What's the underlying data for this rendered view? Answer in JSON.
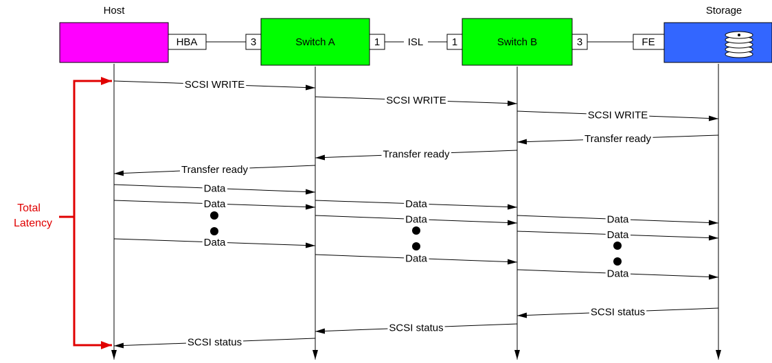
{
  "nodes": {
    "host": {
      "title": "Host",
      "color": "#ff00ff",
      "port": "HBA"
    },
    "switch_a": {
      "label": "Switch A",
      "color": "#00ff00",
      "port_left": "3",
      "port_right": "1"
    },
    "switch_b": {
      "label": "Switch B",
      "color": "#00ff00",
      "port_left": "1",
      "port_right": "3"
    },
    "storage": {
      "title": "Storage",
      "color": "#3366ff",
      "port": "FE",
      "icon": "disk-stack-icon"
    }
  },
  "links": {
    "isl": "ISL"
  },
  "latency": {
    "line1": "Total",
    "line2": "Latency",
    "color": "#e00000"
  },
  "messages": [
    {
      "text": "SCSI WRITE",
      "from": "host",
      "to": "switch_a"
    },
    {
      "text": "SCSI WRITE",
      "from": "switch_a",
      "to": "switch_b"
    },
    {
      "text": "SCSI WRITE",
      "from": "switch_b",
      "to": "storage"
    },
    {
      "text": "Transfer ready",
      "from": "storage",
      "to": "switch_b"
    },
    {
      "text": "Transfer ready",
      "from": "switch_b",
      "to": "switch_a"
    },
    {
      "text": "Transfer ready",
      "from": "switch_a",
      "to": "host"
    },
    {
      "text": "Data",
      "from": "host",
      "to": "switch_a"
    },
    {
      "text": "Data",
      "from": "host",
      "to": "switch_a"
    },
    {
      "text": "Data",
      "from": "switch_a",
      "to": "switch_b"
    },
    {
      "text": "Data",
      "from": "switch_a",
      "to": "switch_b"
    },
    {
      "text": "Data",
      "from": "switch_b",
      "to": "storage"
    },
    {
      "text": "Data",
      "from": "host",
      "to": "switch_a"
    },
    {
      "text": "Data",
      "from": "switch_b",
      "to": "storage"
    },
    {
      "text": "Data",
      "from": "switch_a",
      "to": "switch_b"
    },
    {
      "text": "Data",
      "from": "switch_b",
      "to": "storage"
    },
    {
      "text": "SCSI status",
      "from": "storage",
      "to": "switch_b"
    },
    {
      "text": "SCSI status",
      "from": "switch_b",
      "to": "switch_a"
    },
    {
      "text": "SCSI status",
      "from": "switch_a",
      "to": "host"
    }
  ]
}
